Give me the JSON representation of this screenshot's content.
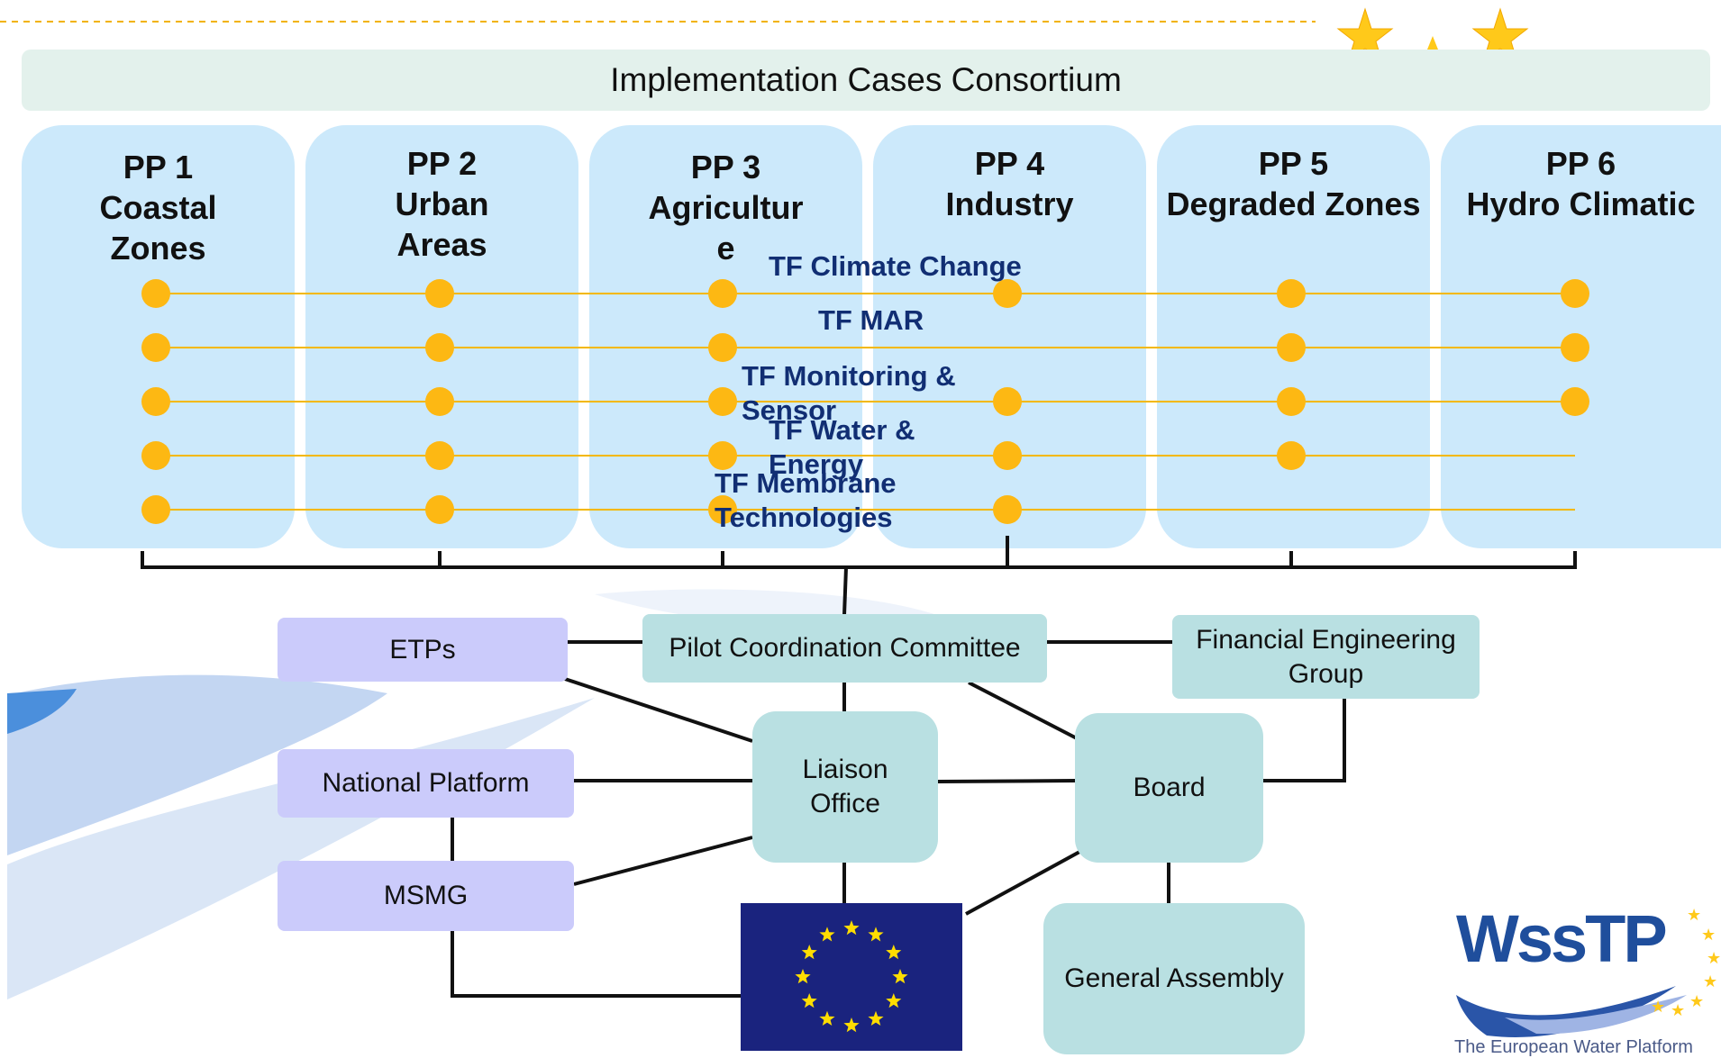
{
  "title": "Implementation Cases Consortium",
  "pilots": [
    {
      "code": "PP 1",
      "name": "Coastal Zones",
      "line2": "Coastal",
      "line3": "Zones"
    },
    {
      "code": "PP 2",
      "name": "Urban Areas",
      "line2": "Urban",
      "line3": "Areas"
    },
    {
      "code": "PP 3",
      "name": "Agriculture",
      "line2": "Agricultur",
      "line3": "e"
    },
    {
      "code": "PP 4",
      "name": "Industry",
      "line2": "Industry",
      "line3": ""
    },
    {
      "code": "PP 5",
      "name": "Degraded Zones",
      "line2": "Degraded Zones",
      "line3": ""
    },
    {
      "code": "PP 6",
      "name": "Hydro Climatic",
      "line2": "Hydro Climatic",
      "line3": ""
    }
  ],
  "task_forces": [
    {
      "name": "TF Climate Change",
      "lines": [
        "TF Climate Change"
      ],
      "participants": [
        true,
        true,
        true,
        true,
        true,
        true
      ]
    },
    {
      "name": "TF MAR",
      "lines": [
        "TF MAR"
      ],
      "participants": [
        true,
        true,
        true,
        false,
        true,
        true
      ]
    },
    {
      "name": "TF Monitoring & Sensor",
      "lines": [
        "TF Monitoring &",
        "Sensor"
      ],
      "participants": [
        true,
        true,
        true,
        true,
        true,
        true
      ]
    },
    {
      "name": "TF Water & Energy",
      "lines": [
        "TF Water &",
        "Energy"
      ],
      "participants": [
        true,
        true,
        true,
        true,
        true,
        false
      ]
    },
    {
      "name": "TF Membrane Technologies",
      "lines": [
        "TF Membrane",
        "Technologies"
      ],
      "participants": [
        true,
        true,
        true,
        true,
        false,
        false
      ]
    }
  ],
  "bodies": {
    "etps": "ETPs",
    "pilot_coordination_committee": "Pilot Coordination Committee",
    "financial_engineering_group": "Financial Engineering Group",
    "financial_engineering_group_line1": "Financial Engineering",
    "financial_engineering_group_line2": "Group",
    "national_platform": "National Platform",
    "liaison_office": "Liaison Office",
    "liaison_office_line1": "Liaison",
    "liaison_office_line2": "Office",
    "board": "Board",
    "msmg": "MSMG",
    "general_assembly": "General Assembly"
  },
  "logo": {
    "text": "WssTP",
    "tagline": "The European Water Platform"
  },
  "colors": {
    "header_band": "#e3f1ec",
    "pilot_panel": "#cce9fb",
    "task_force_line": "#f3b800",
    "task_force_dot": "#fdb813",
    "task_force_text": "#112e73",
    "lavender_box": "#cbcbfb",
    "teal_box": "#b9e0e2",
    "eu_flag_blue": "#1a237e",
    "eu_flag_star": "#ffdd00"
  }
}
